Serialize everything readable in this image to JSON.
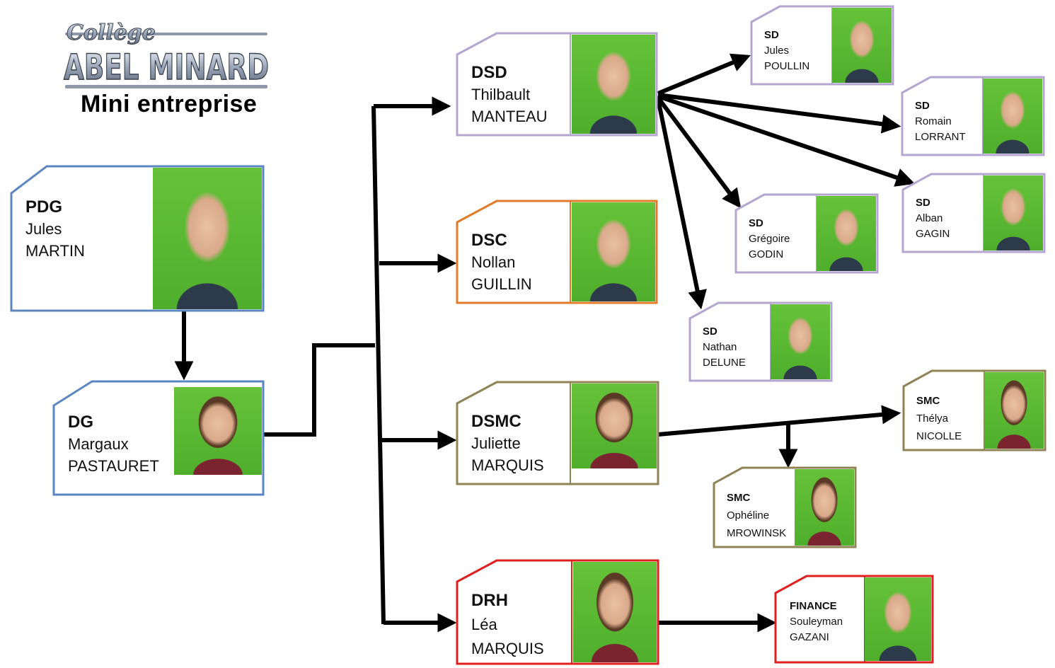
{
  "header": {
    "logo_script": "Collège",
    "logo_main": "ABEL MINARD",
    "subtitle": "Mini entreprise"
  },
  "colors": {
    "pdg": "#5b86c2",
    "dsd": "#b4a6d0",
    "dsc": "#e07b2a",
    "dsmc": "#8f8356",
    "drh": "#e0201f",
    "arrow": "#000000"
  },
  "members": {
    "pdg": {
      "role": "PDG",
      "first": "Jules",
      "last": "MARTIN"
    },
    "dg": {
      "role": "DG",
      "first": "Margaux",
      "last": "PASTAURET"
    },
    "dsd": {
      "role": "DSD",
      "first": "Thilbault",
      "last": "MANTEAU"
    },
    "dsc": {
      "role": "DSC",
      "first": "Nollan",
      "last": "GUILLIN"
    },
    "dsmc": {
      "role": "DSMC",
      "first": "Juliette",
      "last": "MARQUIS"
    },
    "drh": {
      "role": "DRH",
      "first": "Léa",
      "last": "MARQUIS"
    },
    "sd_jules": {
      "role": "SD",
      "first": "Jules",
      "last": "POULLIN"
    },
    "sd_romain": {
      "role": "SD",
      "first": "Romain",
      "last": "LORRANT"
    },
    "sd_alban": {
      "role": "SD",
      "first": "Alban",
      "last": "GAGIN"
    },
    "sd_gregoire": {
      "role": "SD",
      "first": "Grégoire",
      "last": "GODIN"
    },
    "sd_nathan": {
      "role": "SD",
      "first": "Nathan",
      "last": "DELUNE"
    },
    "smc_thelya": {
      "role": "SMC",
      "first": "Thélya",
      "last": "NICOLLE"
    },
    "smc_opheline": {
      "role": "SMC",
      "first": "Ophéline",
      "last": "MROWINSK"
    },
    "finance": {
      "role": "FINANCE",
      "first": "Souleyman",
      "last": "GAZANI"
    }
  }
}
